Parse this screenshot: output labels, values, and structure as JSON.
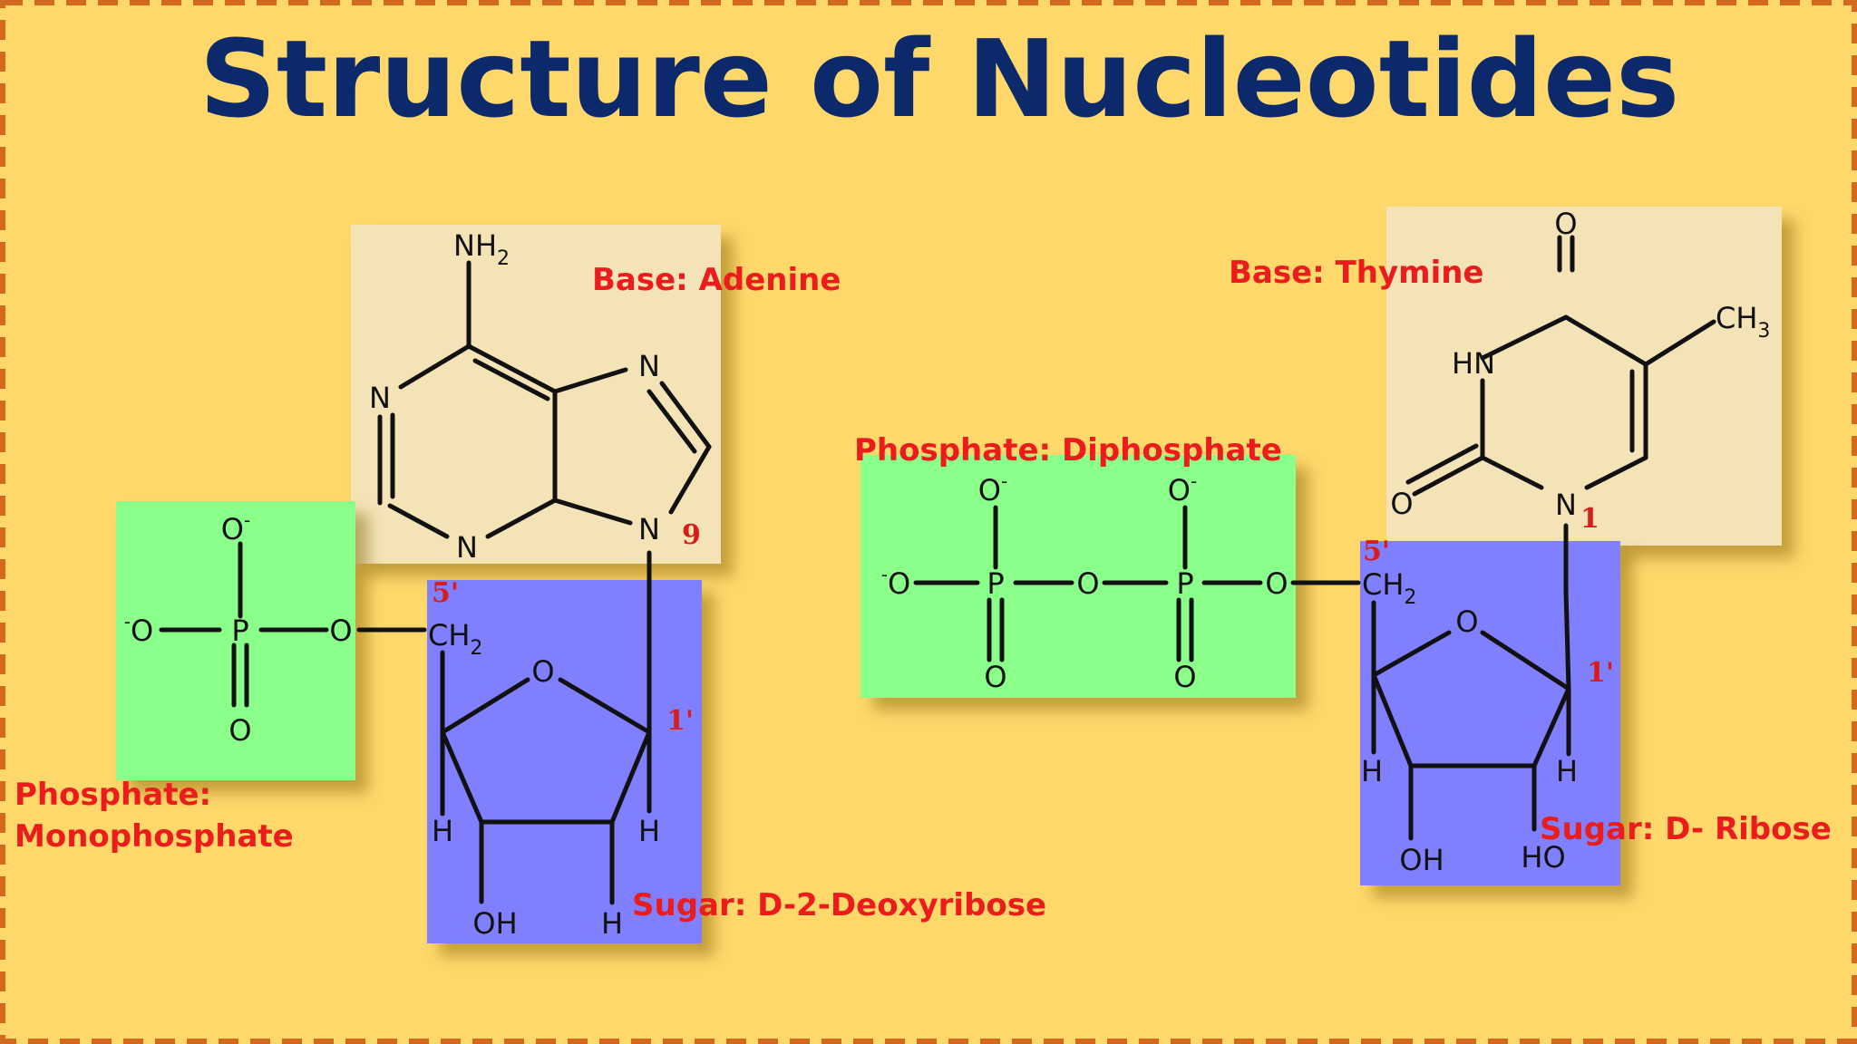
{
  "title": "Structure of Nucleotides",
  "colors": {
    "background": "#ffd86b",
    "border": "#d2691e",
    "title": "#0c2a6b",
    "base_box": "#f3e3b6",
    "phosphate_box": "#8aff8a",
    "sugar_box": "#8080ff",
    "label": "#ea1c1c"
  },
  "left_nucleotide": {
    "base_label": "Base: Adenine",
    "sugar_label": "Sugar: D-2-Deoxyribose",
    "phosphate_label_line1": "Phosphate:",
    "phosphate_label_line2": "Monophosphate",
    "base_atoms": {
      "amino": "NH",
      "amino_sub": "2",
      "n": "N"
    },
    "sugar_atoms": {
      "ring_o": "O",
      "ch2": "CH",
      "ch2_sub": "2",
      "h": "H",
      "oh": "OH"
    },
    "phosphate_atoms": {
      "p": "P",
      "o": "O",
      "charge": "-"
    },
    "numbers": {
      "n9": "9",
      "c5": "5'",
      "c1": "1'"
    }
  },
  "right_nucleotide": {
    "base_label": "Base: Thymine",
    "sugar_label": "Sugar: D- Ribose",
    "phosphate_label": "Phosphate: Diphosphate",
    "base_atoms": {
      "o": "O",
      "hn": "HN",
      "n": "N",
      "ch3": "CH",
      "ch3_sub": "3"
    },
    "sugar_atoms": {
      "ring_o": "O",
      "ch2": "CH",
      "ch2_sub": "2",
      "h": "H",
      "oh": "OH",
      "ho": "HO"
    },
    "phosphate_atoms": {
      "p": "P",
      "o": "O",
      "charge": "-"
    },
    "numbers": {
      "n1": "1",
      "c5": "5'",
      "c1": "1'"
    }
  }
}
